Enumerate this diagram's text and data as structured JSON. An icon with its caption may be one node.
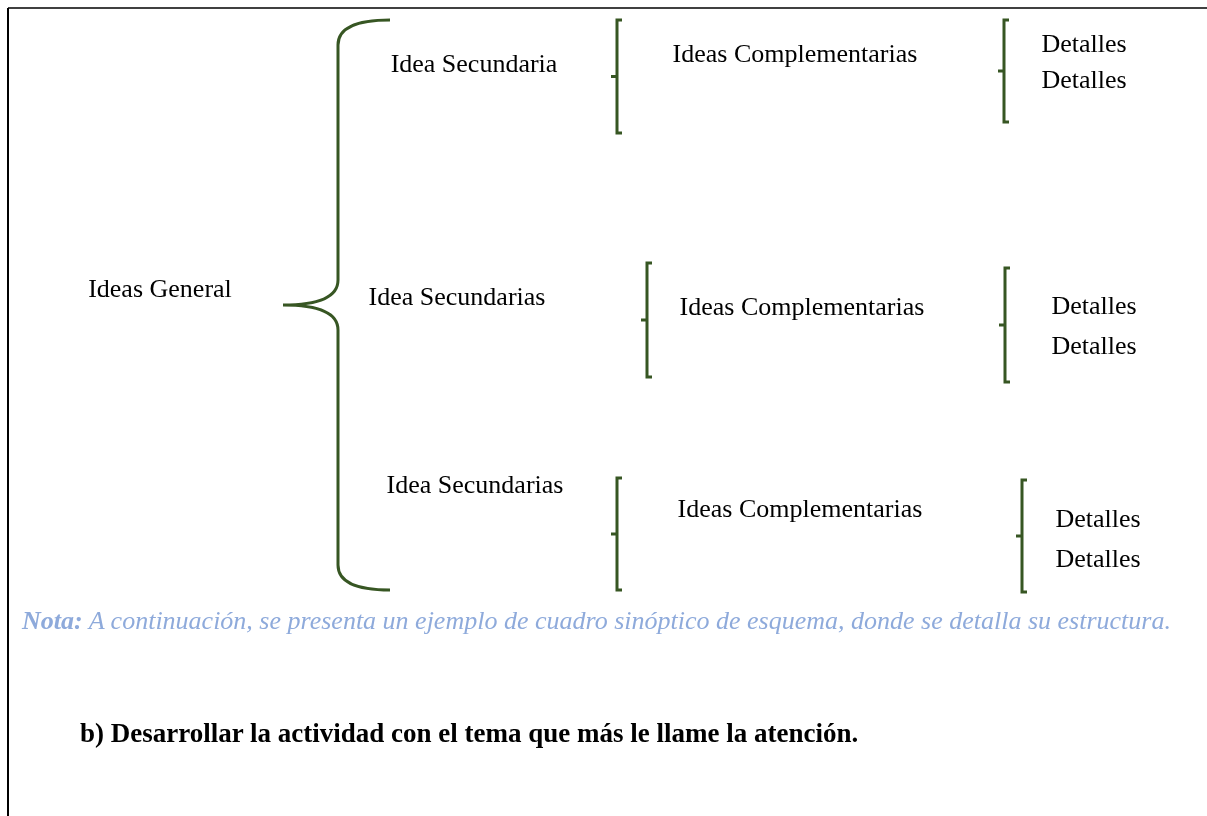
{
  "diagram": {
    "caption": "**Nota:** A continuación, se presenta un ejemplo de cuadro sinóptico de esquema, donde se detalla su estructura.",
    "labels": [
      "Idea Secundaria",
      "Ideas Complementarias",
      "Detalles",
      "Detalles",
      "Ideas General",
      "Idea Secundarias",
      "Ideas Complementarias",
      "Detalles",
      "Detalles",
      "Idea Secundarias",
      "Ideas Complementarias",
      "Detalles",
      "Detalles",
      "b) Desarrollar la actividad con el tema que más le llame la atención."
    ]
  }
}
